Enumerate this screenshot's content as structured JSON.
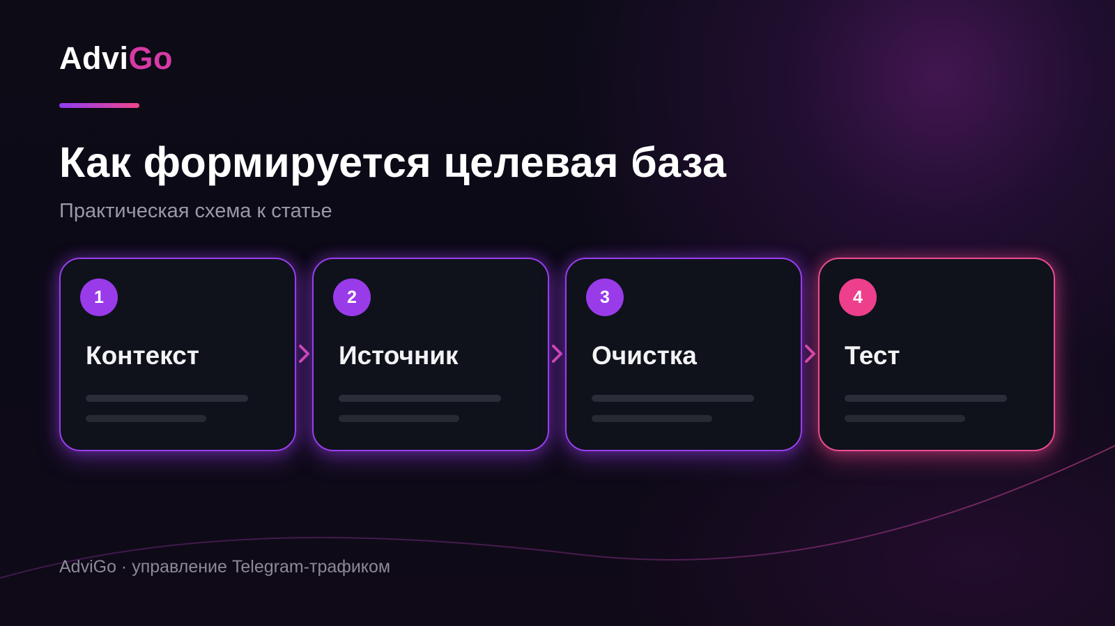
{
  "brand": {
    "name_part1": "Advi",
    "name_part2": "Go"
  },
  "title": "Как формируется целевая база",
  "subtitle": "Практическая схема к статье",
  "steps": [
    {
      "number": "1",
      "label": "Контекст"
    },
    {
      "number": "2",
      "label": "Источник"
    },
    {
      "number": "3",
      "label": "Очистка"
    },
    {
      "number": "4",
      "label": "Тест"
    }
  ],
  "footer": "AdviGo · управление Telegram-трафиком",
  "colors": {
    "background": "#0b0a14",
    "accent_purple": "#9a3bea",
    "accent_pink": "#ee3f8c",
    "brand_go": "#d63aa5"
  },
  "icons": [
    "chevron-right-icon"
  ]
}
